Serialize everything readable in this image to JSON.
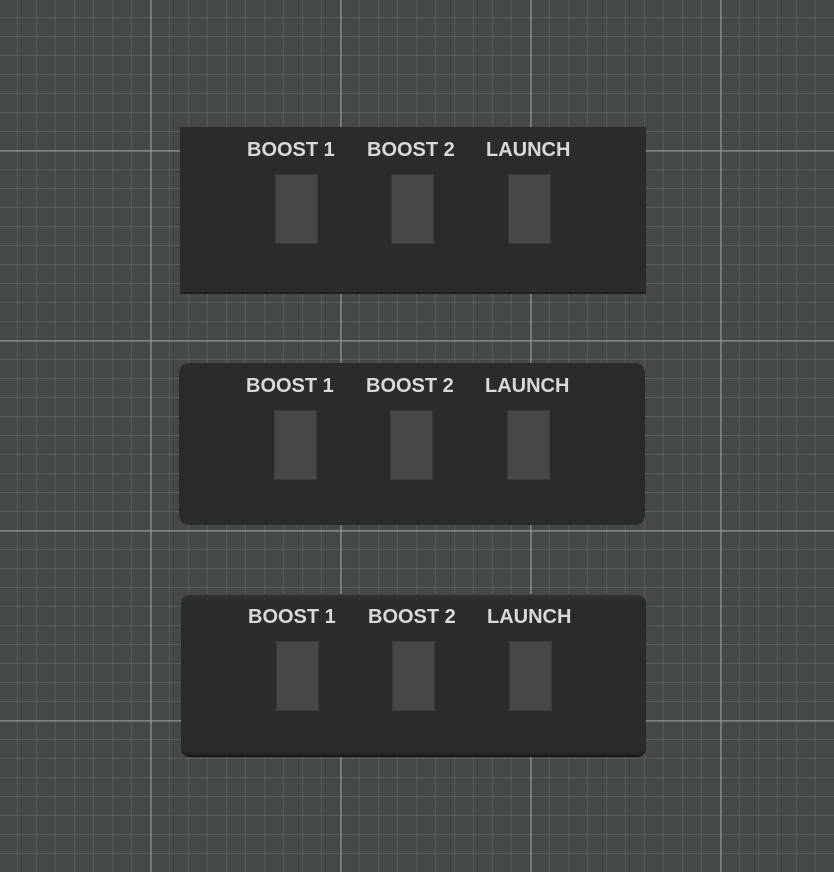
{
  "panels": [
    {
      "style": "flat",
      "labels": [
        "BOOST 1",
        "BOOST 2",
        "LAUNCH"
      ]
    },
    {
      "style": "rounded",
      "labels": [
        "BOOST 1",
        "BOOST 2",
        "LAUNCH"
      ]
    },
    {
      "style": "beveled",
      "labels": [
        "BOOST 1",
        "BOOST 2",
        "LAUNCH"
      ]
    }
  ],
  "colors": {
    "background": "#454848",
    "panel": "#2b2b2b",
    "slot": "#474747",
    "label": "#d9d9d9"
  }
}
